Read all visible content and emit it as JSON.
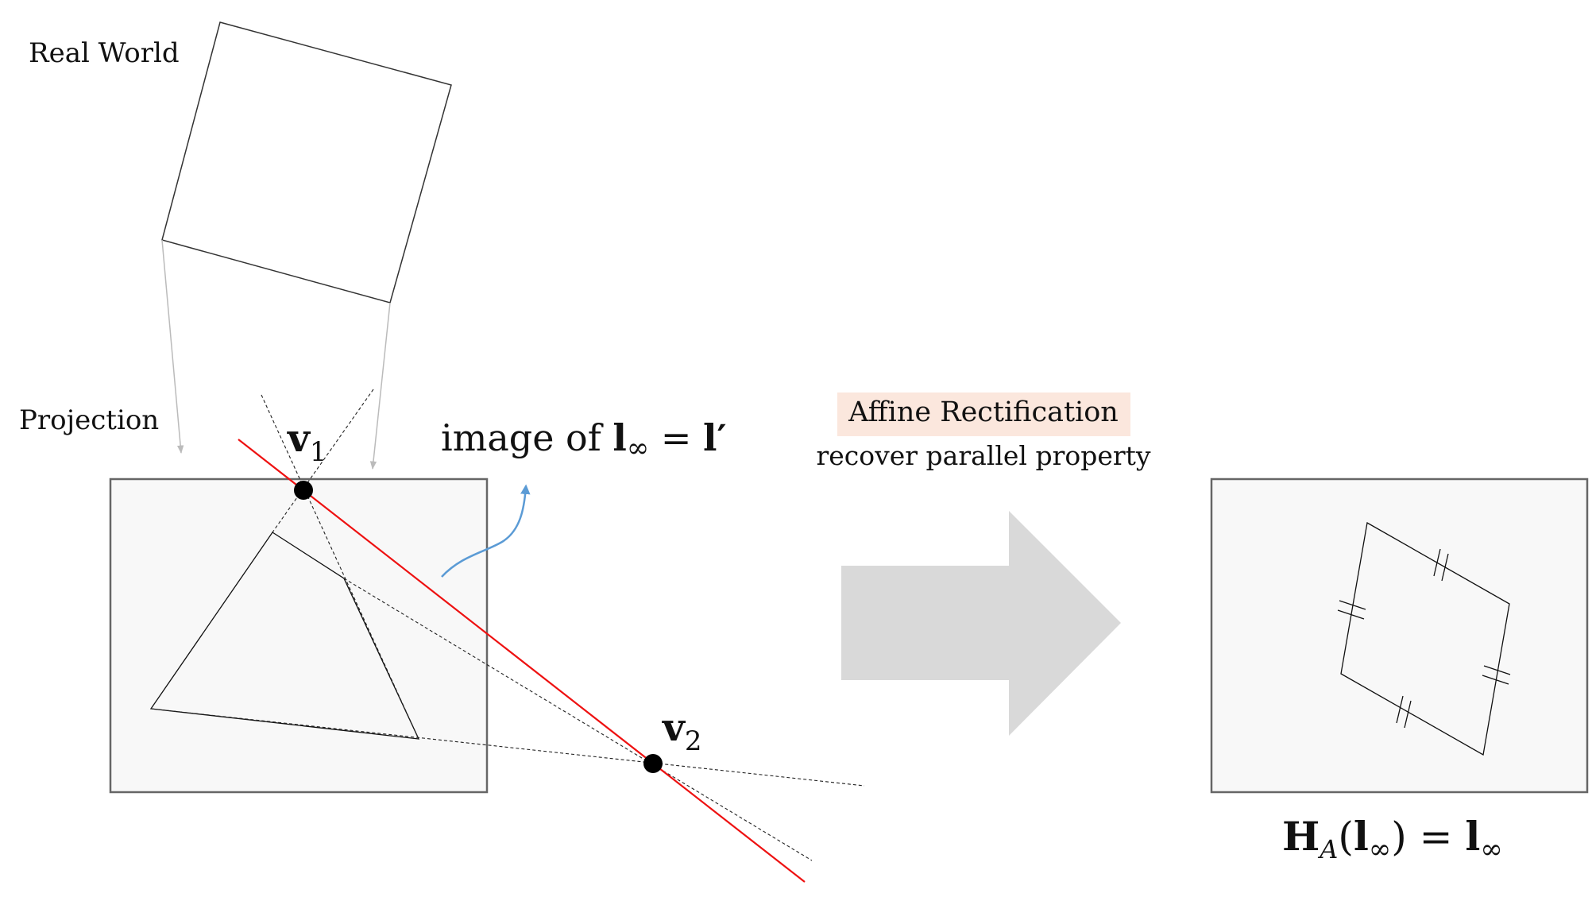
{
  "labels": {
    "real_world": "Real World",
    "projection": "Projection",
    "v1_base": "v",
    "v1_sub": "1",
    "v2_base": "v",
    "v2_sub": "2",
    "image_of_prefix": "image of ",
    "image_of_l": "l",
    "image_of_inf": "∞",
    "image_of_eq": " = ",
    "image_of_lprime": "l′",
    "affine_rectification": "Affine Rectification",
    "recover_parallel": "recover parallel property",
    "ha_H": "H",
    "ha_sub": "A",
    "ha_open": "(",
    "ha_l": "l",
    "ha_inf": "∞",
    "ha_close": ") = ",
    "ha_l2": "l",
    "ha_inf2": "∞"
  },
  "colors": {
    "vanishing_line": "#ee1111",
    "callout_arrow": "#5b9bd5",
    "highlight_bg": "#fbe7dd",
    "panel_fill": "#f8f8f8",
    "panel_stroke": "#666666",
    "big_arrow": "#d9d9d9",
    "projection_arrows": "#bbbbbb"
  }
}
